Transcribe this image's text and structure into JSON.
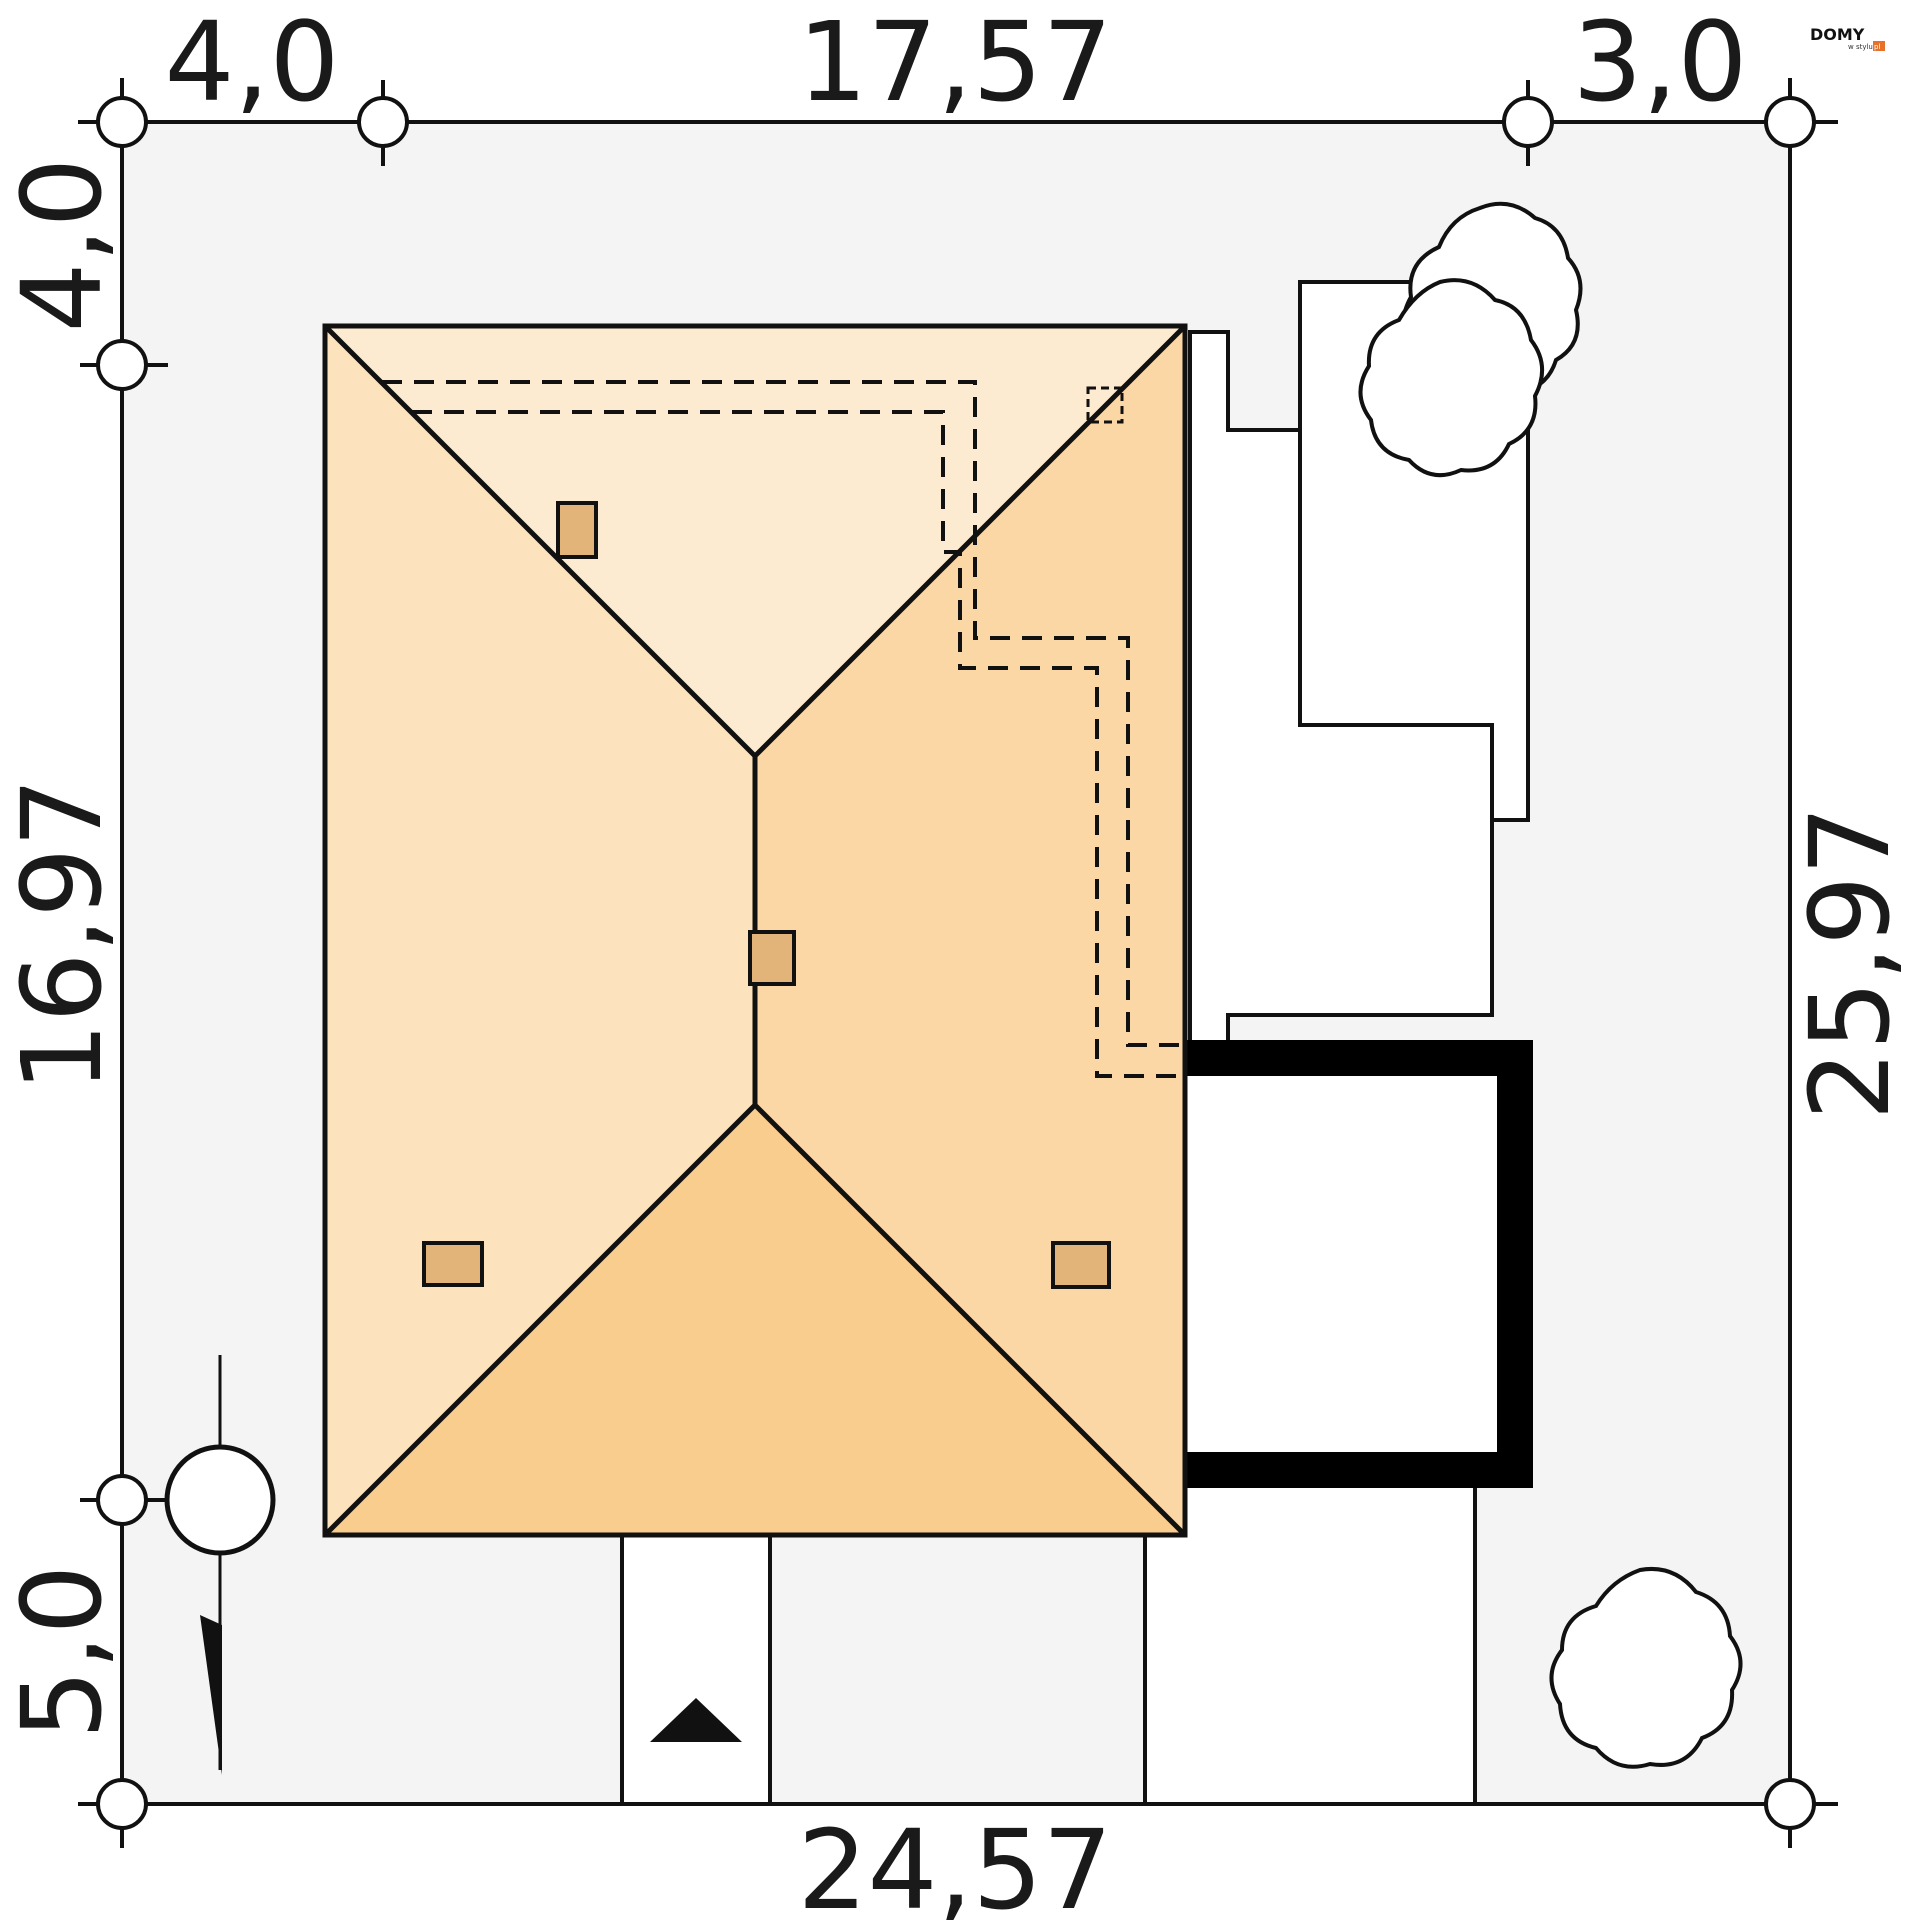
{
  "plan": {
    "dimensions": {
      "top_left_setback": "4,0",
      "top_house_width": "17,57",
      "top_right_setback": "3,0",
      "left_top_setback": "4,0",
      "left_house_depth": "16,97",
      "left_bottom_setback": "5,0",
      "right_total_depth": "25,97",
      "bottom_total_width": "24,57"
    },
    "logo": {
      "name": "DOMY",
      "tagline": "w stylu",
      "suffix": "pl"
    },
    "colors": {
      "plot_fill": "#f4f4f4",
      "roof_left": "#fde3bd",
      "roof_top": "#fdebd1",
      "roof_right": "#fbd7a6",
      "roof_bottom": "#f9cd8e",
      "chimney": "#e3b47a",
      "accent": "#e8712a"
    }
  }
}
